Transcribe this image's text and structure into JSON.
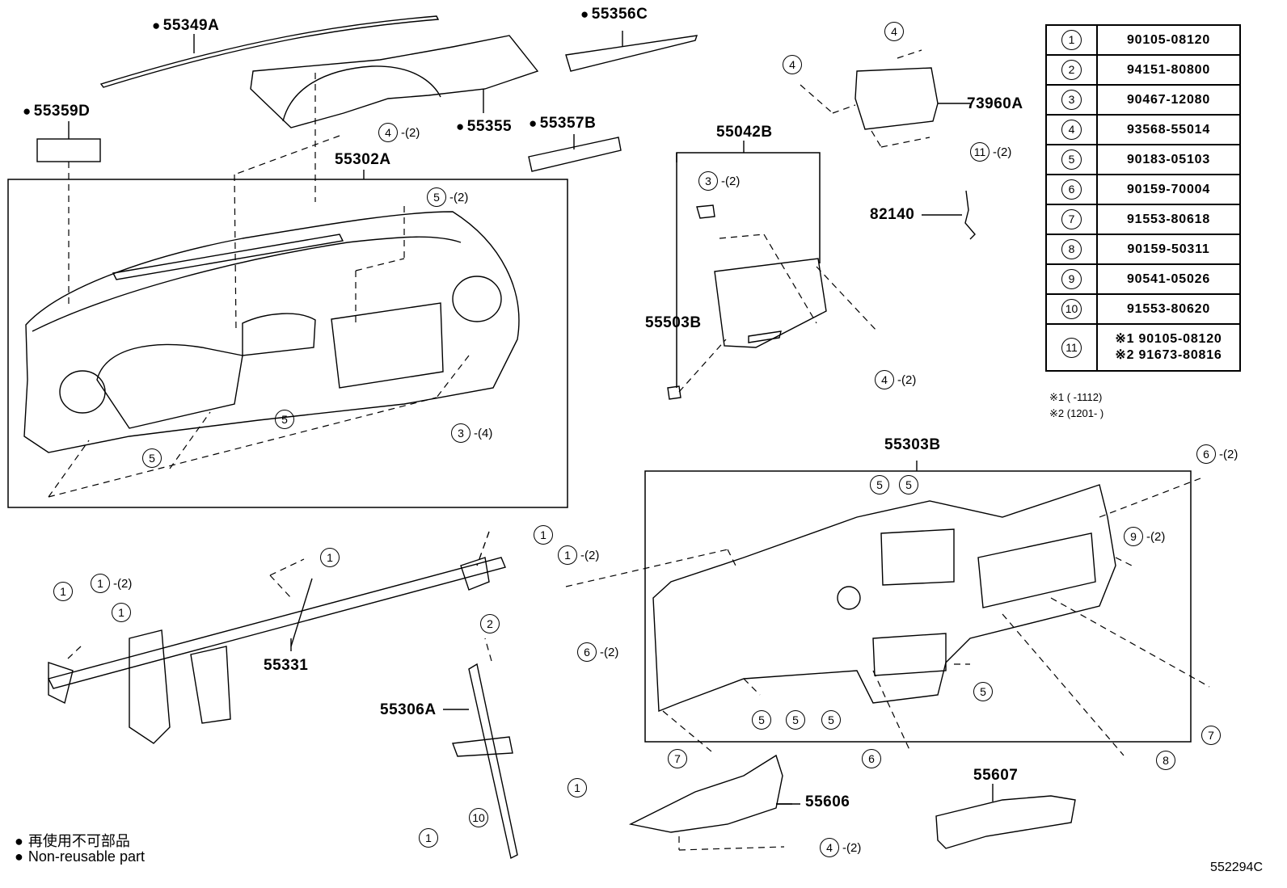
{
  "parts": {
    "p55349A": "55349A",
    "p55356C": "55356C",
    "p55359D": "55359D",
    "p55355": "55355",
    "p55357B": "55357B",
    "p55302A": "55302A",
    "p55042B": "55042B",
    "p73960A": "73960A",
    "p82140": "82140",
    "p55503B": "55503B",
    "p55303B": "55303B",
    "p55331": "55331",
    "p55306A": "55306A",
    "p55606": "55606",
    "p55607": "55607"
  },
  "table": {
    "rows": [
      {
        "n": "1",
        "part": "90105-08120"
      },
      {
        "n": "2",
        "part": "94151-80800"
      },
      {
        "n": "3",
        "part": "90467-12080"
      },
      {
        "n": "4",
        "part": "93568-55014"
      },
      {
        "n": "5",
        "part": "90183-05103"
      },
      {
        "n": "6",
        "part": "90159-70004"
      },
      {
        "n": "7",
        "part": "91553-80618"
      },
      {
        "n": "8",
        "part": "90159-50311"
      },
      {
        "n": "9",
        "part": "90541-05026"
      },
      {
        "n": "10",
        "part": "91553-80620"
      }
    ],
    "row11": {
      "n": "11",
      "line1": "※1 90105-08120",
      "line2": "※2 91673-80816"
    },
    "note1": "※1 (    -1112)",
    "note2": "※2 (1201-    )"
  },
  "callouts": {
    "c1": "1",
    "c2": "2",
    "c3": "3",
    "c4": "4",
    "c5": "5",
    "c6": "6",
    "c7": "7",
    "c8": "8",
    "c9": "9",
    "c10": "10",
    "c11": "11",
    "q2": "-(2)",
    "q4": "-(4)"
  },
  "legend": {
    "jp": "再使用不可部品",
    "en": "Non-reusable part"
  },
  "figure_code": "552294C"
}
